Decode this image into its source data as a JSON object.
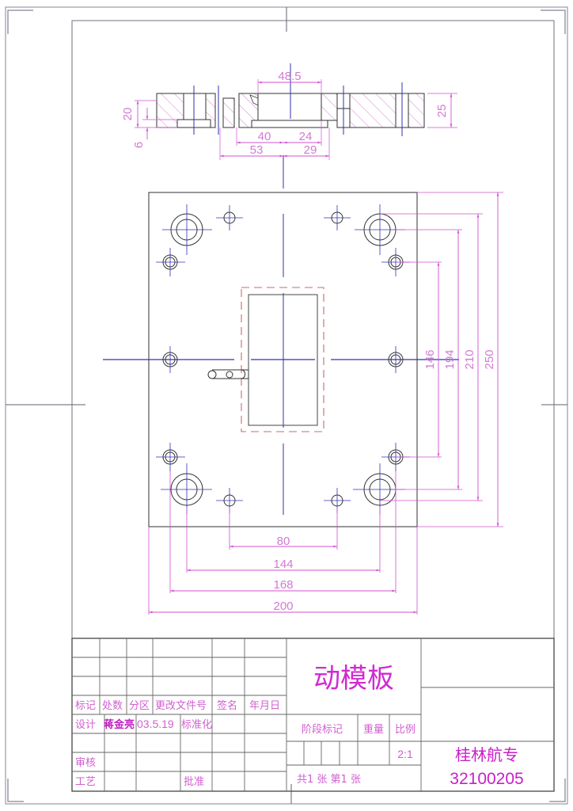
{
  "drawing": {
    "title": "动模板",
    "scale": "2:1",
    "school": "桂林航专",
    "drawing_number": "32100205",
    "sheet_info": "共1 张 第1 张",
    "colors": {
      "outline": "#333333",
      "centerline": "#3030b0",
      "dimension": "#d050d0",
      "hatch": "#d070d0",
      "hidden": "#d07070",
      "border": "#8a8a9a"
    }
  },
  "section_view": {
    "dimensions": {
      "top_width": "48.5",
      "left_height": "20",
      "left_step": "6",
      "right_height": "25",
      "bottom_left_inner": "40",
      "bottom_right_inner": "24",
      "bottom_left_outer": "53",
      "bottom_right_outer": "29"
    }
  },
  "plan_view": {
    "dimensions": {
      "v_146": "146",
      "v_194": "194",
      "v_210": "210",
      "v_250": "250",
      "h_80": "80",
      "h_144": "144",
      "h_168": "168",
      "h_200": "200"
    }
  },
  "title_block": {
    "headers": {
      "mark": "标记",
      "count": "处数",
      "zone": "分区",
      "change_doc": "更改文件号",
      "signature": "签名",
      "date": "年月日"
    },
    "rows": {
      "design_label": "设计",
      "designer": "蒋金亮",
      "design_date": "03.5.19",
      "standardization": "标准化",
      "review": "审核",
      "process": "工艺",
      "approve": "批准"
    },
    "stage_mark": "阶段标记",
    "weight": "重量",
    "scale_label": "比例"
  }
}
